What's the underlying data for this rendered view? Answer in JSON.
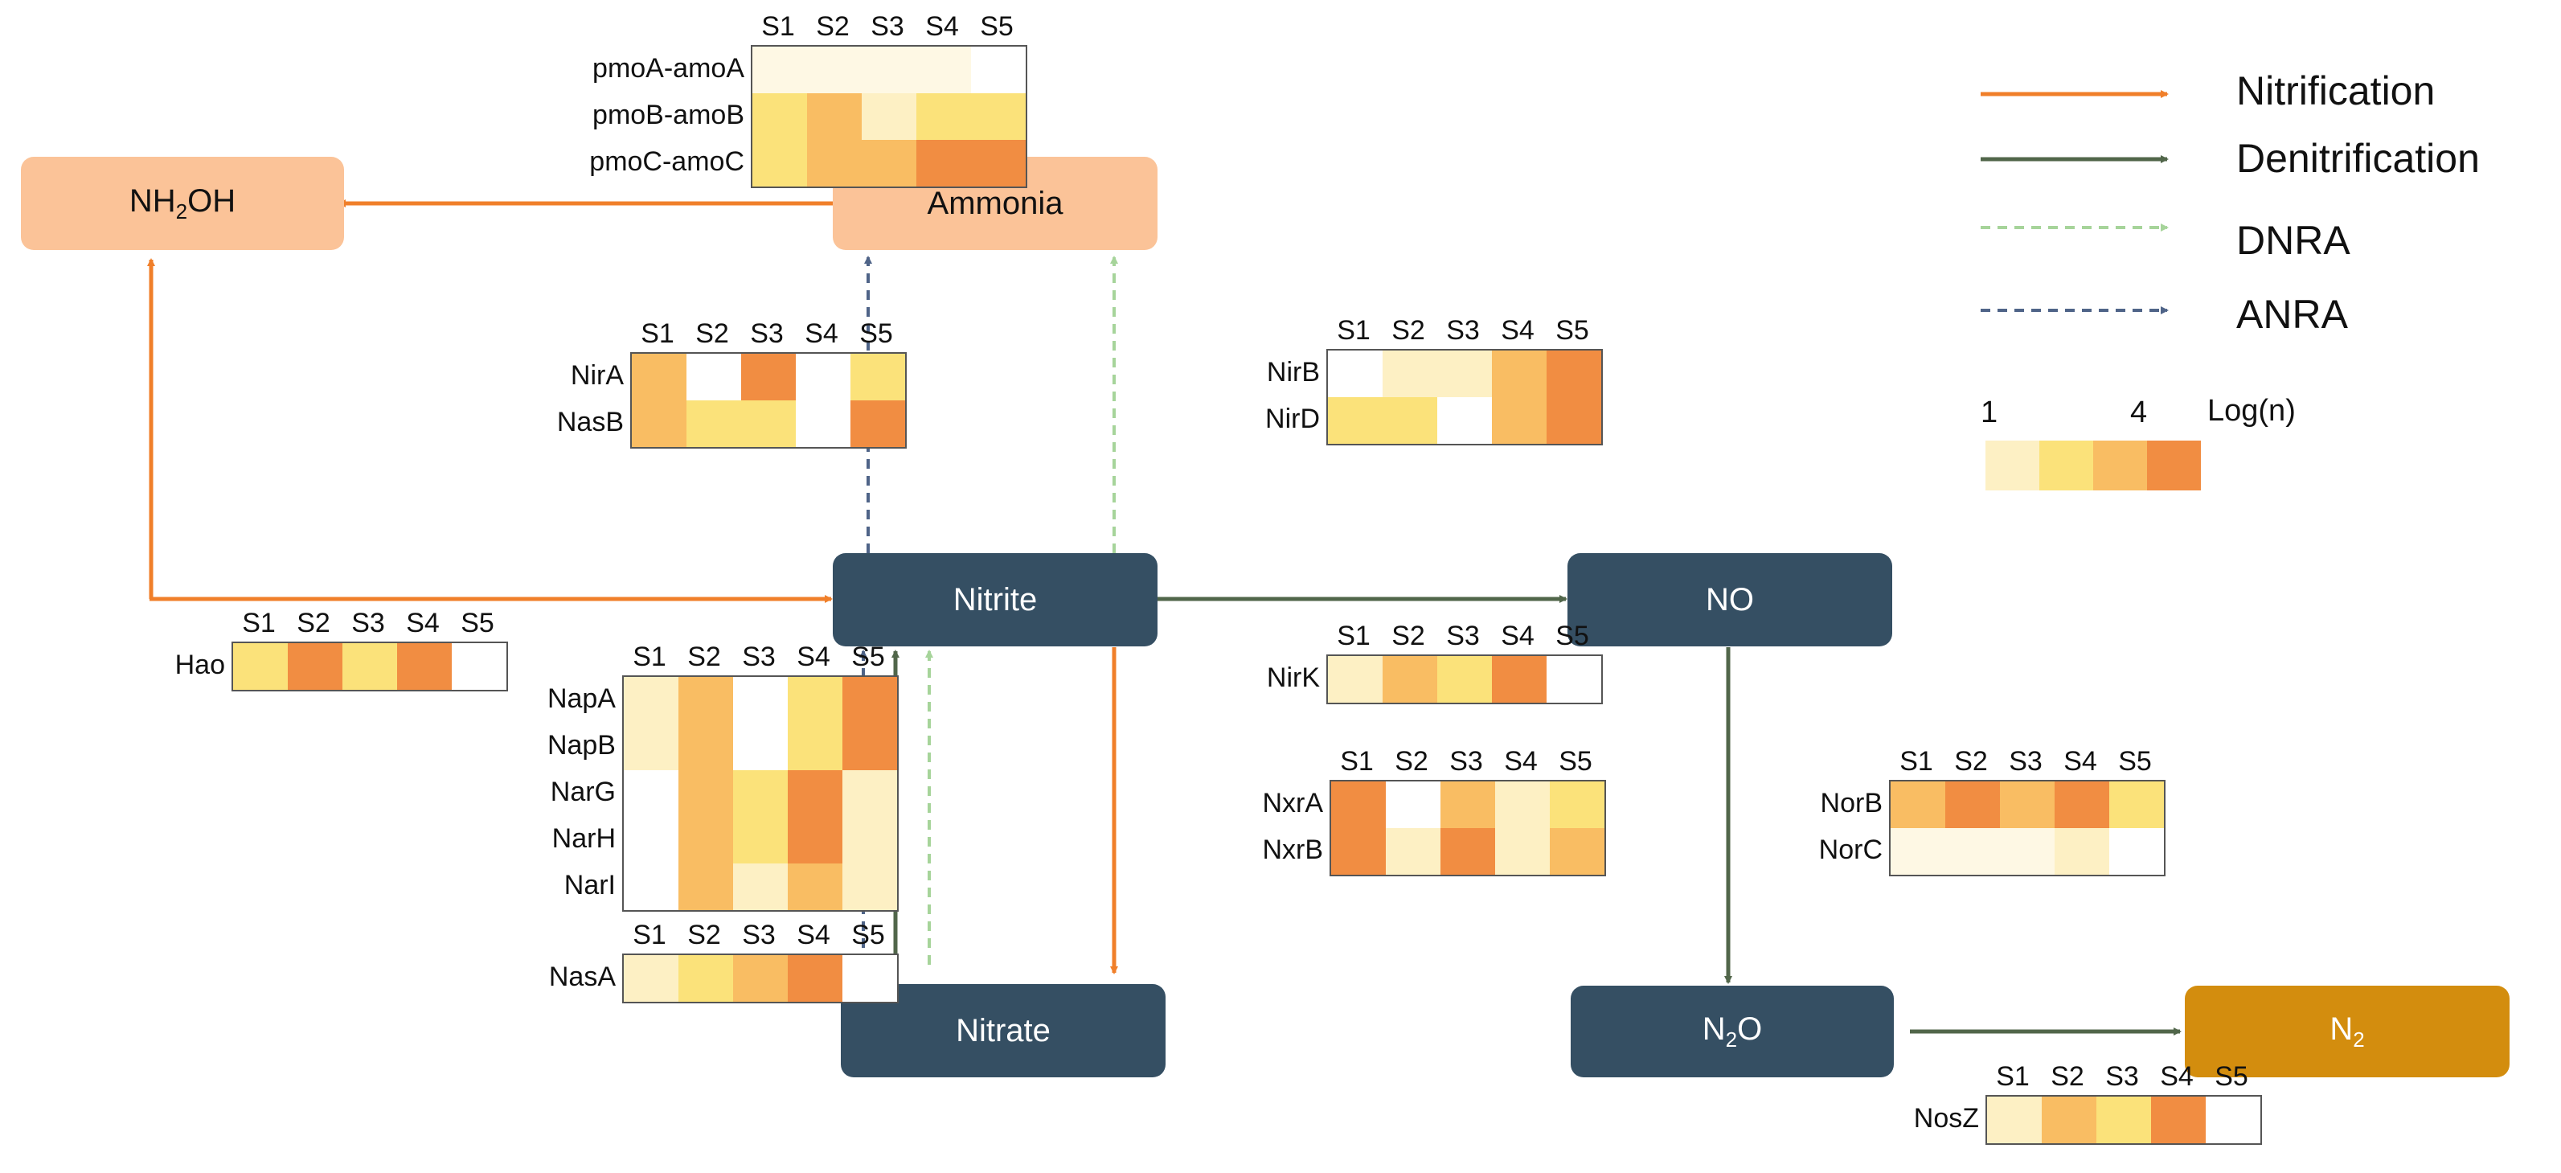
{
  "nodes": {
    "nh2oh": {
      "pre": "NH",
      "sub": "2",
      "post": "OH"
    },
    "ammonia": {
      "label": "Ammonia"
    },
    "nitrite": {
      "label": "Nitrite"
    },
    "nitrate": {
      "label": "Nitrate"
    },
    "no": {
      "label": "NO"
    },
    "n2o": {
      "pre": "N",
      "sub": "2",
      "post": "O"
    },
    "n2": {
      "pre": "N",
      "sub": "2",
      "post": ""
    }
  },
  "columns": [
    "S1",
    "S2",
    "S3",
    "S4",
    "S5"
  ],
  "heatmaps": [
    {
      "id": "amo",
      "rows": [
        {
          "label": "pmoA-amoA",
          "values": [
            0.6,
            0.6,
            0.6,
            0.6,
            0
          ]
        },
        {
          "label": "pmoB-amoB",
          "values": [
            2,
            2.5,
            1,
            1.8,
            1.5
          ]
        },
        {
          "label": "pmoC-amoC",
          "values": [
            2,
            2.8,
            3,
            3.7,
            3.5
          ]
        }
      ]
    },
    {
      "id": "nir-a",
      "rows": [
        {
          "label": "NirA",
          "values": [
            2.6,
            0,
            4,
            0,
            2
          ]
        },
        {
          "label": "NasB",
          "values": [
            2.8,
            2,
            2,
            0,
            4
          ]
        }
      ]
    },
    {
      "id": "nir-b",
      "rows": [
        {
          "label": "NirB",
          "values": [
            0,
            1,
            1,
            3,
            3.5
          ]
        },
        {
          "label": "NirD",
          "values": [
            2,
            2,
            0,
            3,
            4
          ]
        }
      ]
    },
    {
      "id": "hao",
      "rows": [
        {
          "label": "Hao",
          "values": [
            2,
            3.5,
            2,
            4,
            0
          ]
        }
      ]
    },
    {
      "id": "nap",
      "rows": [
        {
          "label": "NapA",
          "values": [
            1,
            3,
            0,
            2,
            4
          ]
        },
        {
          "label": "NapB",
          "values": [
            1,
            3,
            0,
            2,
            4
          ]
        },
        {
          "label": "NarG",
          "values": [
            0,
            2.5,
            1.8,
            4,
            1.2
          ]
        },
        {
          "label": "NarH",
          "values": [
            0,
            2.5,
            1.8,
            4,
            1.2
          ]
        },
        {
          "label": "NarI",
          "values": [
            0,
            2.5,
            1.2,
            3,
            1
          ]
        }
      ]
    },
    {
      "id": "nasa",
      "rows": [
        {
          "label": "NasA",
          "values": [
            1,
            2,
            3,
            4,
            0
          ]
        }
      ]
    },
    {
      "id": "nirk",
      "rows": [
        {
          "label": "NirK",
          "values": [
            1,
            2.5,
            2,
            4,
            0
          ]
        }
      ]
    },
    {
      "id": "nxr",
      "rows": [
        {
          "label": "NxrA",
          "values": [
            3.5,
            0,
            2.8,
            1,
            2
          ]
        },
        {
          "label": "NxrB",
          "values": [
            3.5,
            1,
            4,
            1,
            2.5
          ]
        }
      ]
    },
    {
      "id": "nor",
      "rows": [
        {
          "label": "NorB",
          "values": [
            2.8,
            3.5,
            3.3,
            4,
            2.3
          ]
        },
        {
          "label": "NorC",
          "values": [
            0.6,
            0.6,
            0.4,
            1,
            0
          ]
        }
      ]
    },
    {
      "id": "nos",
      "rows": [
        {
          "label": "NosZ",
          "values": [
            1,
            2.8,
            2,
            4,
            0
          ]
        }
      ]
    }
  ],
  "legend": {
    "items": [
      {
        "label": "Nitrification",
        "color": "#f07f2a",
        "dashed": false
      },
      {
        "label": "Denitrification",
        "color": "#51664a",
        "dashed": false
      },
      {
        "label": "DNRA",
        "color": "#a6d49a",
        "dashed": true
      },
      {
        "label": "ANRA",
        "color": "#4f6488",
        "dashed": true
      }
    ],
    "scale": {
      "min_label": "1",
      "max_label": "4",
      "unit_label": "Log(n)",
      "colors": [
        "#fdf0c4",
        "#fbe27a",
        "#f9bd63",
        "#f18d42"
      ]
    }
  },
  "colors": {
    "nitrification": "#f07f2a",
    "denitrification": "#51664a",
    "dnra": "#a6d49a",
    "anra": "#4f6488",
    "peach_node": "#fbc398",
    "dark_node": "#354f63",
    "gold_node": "#d38d0e"
  }
}
